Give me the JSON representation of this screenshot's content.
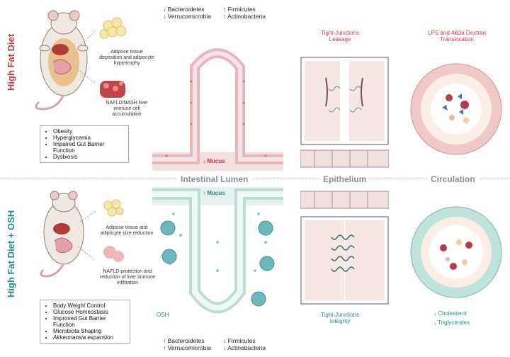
{
  "rows": {
    "top": "High Fat Diet",
    "bottom": "High Fat Diet + OSH"
  },
  "headers": {
    "lumen": "Intestinal Lumen",
    "epithelium": "Epithelium",
    "circulation": "Circulation"
  },
  "top": {
    "adipose": "Adipose tissue deposition and adipocyte hypertrophy",
    "liver": "NAFLD/NASH liver immune cell accumulation",
    "bullets": [
      "Obesity",
      "Hyperglycemia",
      "Impaired Gut Barrier Function",
      "Dysbiosis"
    ],
    "bacteria_left": [
      "↓ Bacteroidetes",
      "↓ Verrucomicrobia"
    ],
    "bacteria_right": [
      "↑ Firmicutes",
      "↑ Actinobacteria"
    ],
    "mucus": "↓ Mucus",
    "tj": "Tight-Junctions Leakage",
    "circ": "LPS and 4kDa Dextran Translocation"
  },
  "bottom": {
    "adipose": "Adipose tissue and adipocyte size reduction",
    "liver": "NAFLD protection and reduction of liver immune infiltration",
    "bullets": [
      "Body Weight Control",
      "Glucose Homeostasis",
      "Improved Gut Barrier Function",
      "Microbiota Shaping",
      "Akkermansia expansion"
    ],
    "bacteria_left": [
      "↑ Bacteroidetes",
      "↑ Verrucomicrobia"
    ],
    "bacteria_right": [
      "↓ Firmicutes",
      "↓ Actinobacteria"
    ],
    "mucus": "↑ Mucus",
    "osh": "OSH",
    "tj": "Tight-Junctions Integrity",
    "circ": [
      "↓ Cholesterol",
      "↓ Triglycerides"
    ]
  },
  "colors": {
    "red": "#c8364a",
    "teal": "#1d8e8e",
    "header": "#8a8f98"
  }
}
